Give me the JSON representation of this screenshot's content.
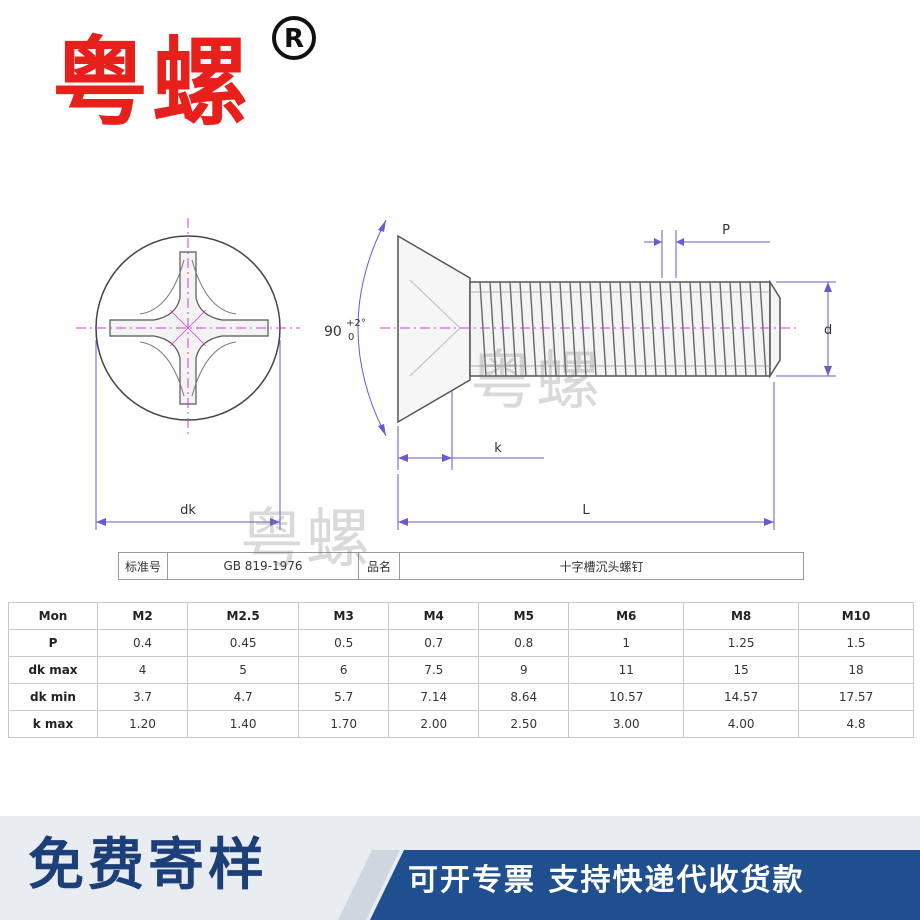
{
  "brand": {
    "name": "粤螺",
    "registered_mark": "®"
  },
  "watermark": "粤螺",
  "drawing": {
    "angle_label": "90",
    "angle_tol_upper": "+2°",
    "angle_tol_lower": "0",
    "dim_p": "P",
    "dim_d": "d",
    "dim_k": "k",
    "dim_dk": "dk",
    "dim_l": "L"
  },
  "standard": {
    "std_label": "标准号",
    "std_value": "GB 819-1976",
    "name_label": "品名",
    "name_value": "十字槽沉头螺钉"
  },
  "table": {
    "header": [
      "Mon",
      "M2",
      "M2.5",
      "M3",
      "M4",
      "M5",
      "M6",
      "M8",
      "M10"
    ],
    "rows": [
      [
        "P",
        "0.4",
        "0.45",
        "0.5",
        "0.7",
        "0.8",
        "1",
        "1.25",
        "1.5"
      ],
      [
        "dk max",
        "4",
        "5",
        "6",
        "7.5",
        "9",
        "11",
        "15",
        "18"
      ],
      [
        "dk min",
        "3.7",
        "4.7",
        "5.7",
        "7.14",
        "8.64",
        "10.57",
        "14.57",
        "17.57"
      ],
      [
        "k max",
        "1.20",
        "1.40",
        "1.70",
        "2.00",
        "2.50",
        "3.00",
        "4.00",
        "4.8"
      ]
    ]
  },
  "banner": {
    "left_text": "免费寄样",
    "right_text": "可开专票 支持快递代收货款",
    "colors": {
      "blue": "#1f4f8f",
      "light": "#e9edf2",
      "accent": "#1c3f7a"
    }
  }
}
